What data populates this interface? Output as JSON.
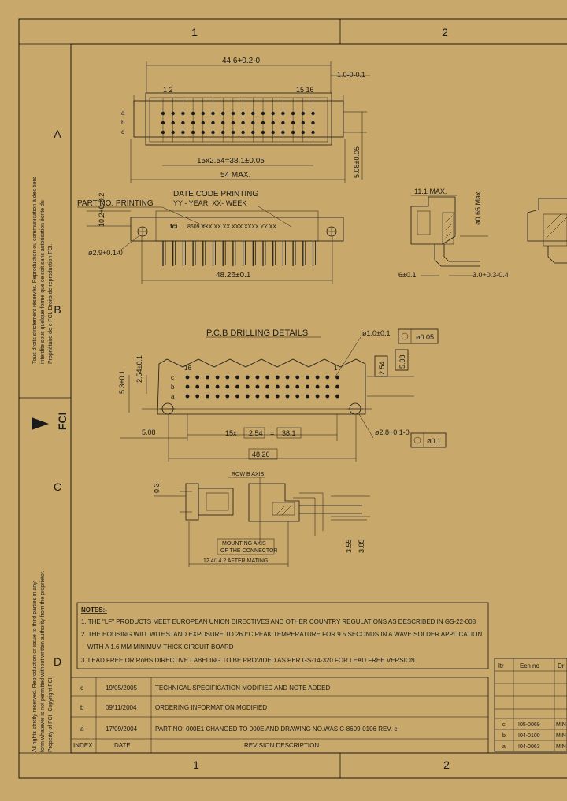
{
  "zones": {
    "col1": "1",
    "col2": "2",
    "rowA": "A",
    "rowB": "B",
    "rowC": "C",
    "rowD": "D"
  },
  "left_strip": {
    "fr_1": "Tous droits strictement réservés. Reproduction ou communication à des tiers",
    "fr_2": "interdite sous quelque forme que ce soit sans autorisation écrite du",
    "fr_3": "Propriétaire de c FCI. Droits de reproduction FCI.",
    "en_1": "All rights strictly reserved. Reproduction or issue to third parties in any",
    "en_2": "form whatever is not permitted without written authority from the proprietor.",
    "en_3": "Property of FCI. Copyright FCI.",
    "logo_text": "FCI"
  },
  "top_view": {
    "dim_width": "44.6+0.2-0",
    "dim_offset": "1.0-0-0.1",
    "pin_start": "1 2",
    "pin_end": "15 16",
    "row_a": "a",
    "row_b": "b",
    "row_c": "c",
    "dim_pitch": "15x2.54=38.1±0.05",
    "dim_max": "54 MAX.",
    "dim_row": "5.08±0.05"
  },
  "front_view": {
    "part_no_label": "PART NO. PRINTING",
    "date_code_label": "DATE CODE PRINTING",
    "date_code_desc": "YY - YEAR, XX- WEEK",
    "logo_mini": "fci",
    "part_marking": "8609 XXX XX XX XXX XXXX YY XX",
    "dim_height": "10.2+0-0.2",
    "dim_hole": "ø2.9+0.1-0",
    "dim_span": "48.26±0.1"
  },
  "side_view": {
    "dim_width": "11.1 MAX.",
    "dim_pin": "ø0.65 Max.",
    "dim_base": "6±0.1",
    "dim_tail": "3.0+0.3-0.4"
  },
  "pcb": {
    "title": "P.C.B DRILLING DETAILS",
    "dim_hole": "ø1.0±0.1",
    "tol_1": "ø0.05",
    "dim_row1": "2.54",
    "dim_row2": "5.08",
    "dim_vert1": "5.3±0.1",
    "dim_vert2": "2.54±0.1",
    "row_c": "c",
    "row_b": "b",
    "row_a": "a",
    "pin_start": "16",
    "pin_end": "1",
    "dim_peg": "ø2.8+0.1-0",
    "tol_2": "ø0.1",
    "dim_edge": "5.08",
    "dim_pitch_count": "15x",
    "dim_pitch": "2.54",
    "dim_equals": "=",
    "dim_total": "38.1",
    "dim_span": "48.26"
  },
  "mating": {
    "row_axis": "ROW B AXIS",
    "dim_offset": "0.3",
    "axis_label_1": "MOUNTING AXIS",
    "axis_label_2": "OF THE CONNECTOR",
    "dim_after": "12.4/14.2 AFTER MATING",
    "dim_1": "3.55",
    "dim_2": "3.85"
  },
  "notes": {
    "heading": "NOTES:-",
    "items": [
      "1. THE \"LF\" PRODUCTS MEET EUROPEAN UNION DIRECTIVES AND OTHER COUNTRY REGULATIONS AS DESCRIBED IN GS-22-008",
      "2. THE HOUSING WILL WITHSTAND EXPOSURE TO 260°C PEAK TEMPERATURE FOR 9.5 SECONDS IN A WAVE SOLDER APPLICATION",
      "WITH A 1.6 MM MINIMUM THICK CIRCUIT BOARD",
      "3. LEAD FREE OR RoHS DIRECTIVE LABELING TO BE PROVIDED AS PER GS-14-320 FOR LEAD FREE VERSION."
    ]
  },
  "revisions": {
    "header": {
      "index": "INDEX",
      "date": "DATE",
      "desc": "REVISION  DESCRIPTION"
    },
    "rows": [
      {
        "index": "c",
        "date": "19/05/2005",
        "desc": "TECHNICAL SPECIFICATION MODIFIED AND NOTE ADDED"
      },
      {
        "index": "b",
        "date": "09/11/2004",
        "desc": "ORDERING INFORMATION MODIFIED"
      },
      {
        "index": "a",
        "date": "17/09/2004",
        "desc": "PART NO. 000E1 CHANGED TO 000E AND DRAWING NO.WAS C-8609-0106 REV. c."
      }
    ]
  },
  "ecn": {
    "header": {
      "ltr": "ltr",
      "ecn": "Ecn  no",
      "dr": "Dr"
    },
    "rows": [
      {
        "ltr": "c",
        "ecn": "I05-0069",
        "dr": "MIN"
      },
      {
        "ltr": "b",
        "ecn": "I04-0100",
        "dr": "MIN"
      },
      {
        "ltr": "a",
        "ecn": "I04-0063",
        "dr": "MIN"
      }
    ]
  }
}
